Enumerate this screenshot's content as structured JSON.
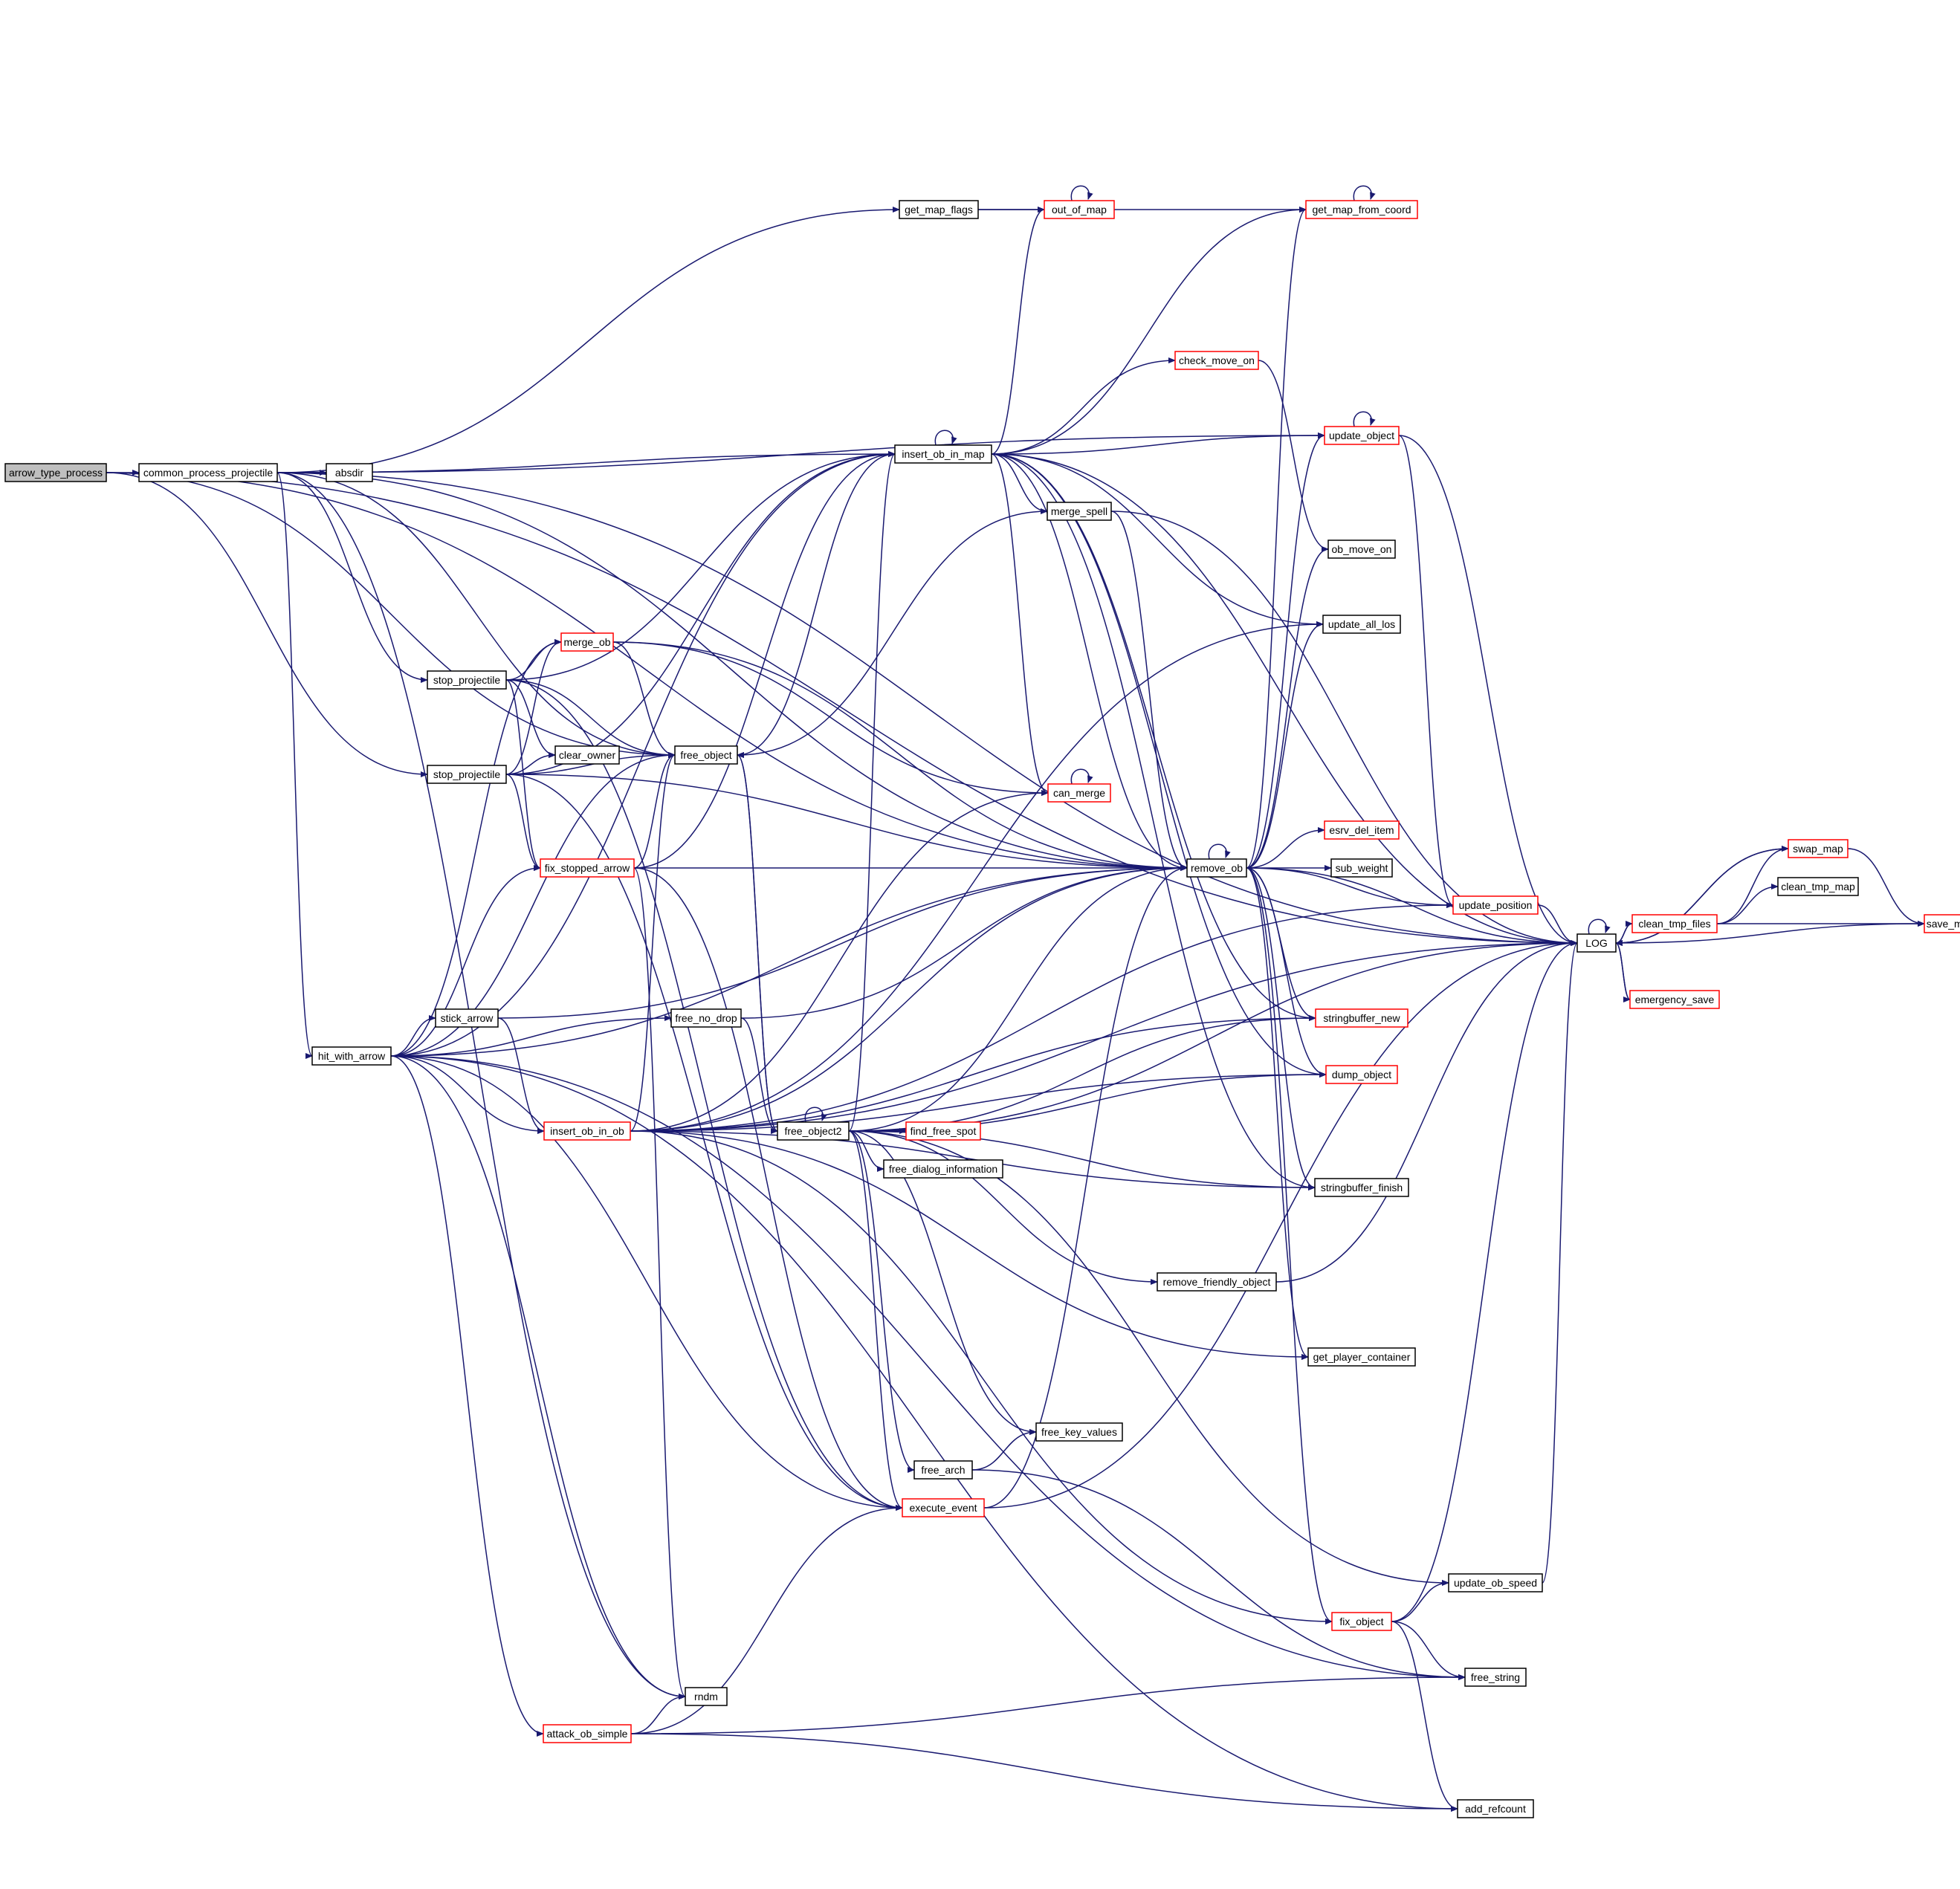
{
  "colors": {
    "edge": "#191970",
    "node_border_normal": "#000000",
    "node_border_truncated": "#ff0000",
    "node_fill_root": "#bfbfbf",
    "node_fill": "#ffffff"
  },
  "nodes": [
    {
      "id": "arrow_type_process",
      "label": "arrow_type_process",
      "kind": "root"
    },
    {
      "id": "common_process_projectile",
      "label": "common_process_projectile",
      "kind": "normal"
    },
    {
      "id": "absdir",
      "label": "absdir",
      "kind": "normal"
    },
    {
      "id": "get_map_flags",
      "label": "get_map_flags",
      "kind": "normal"
    },
    {
      "id": "out_of_map",
      "label": "out_of_map",
      "kind": "truncated"
    },
    {
      "id": "get_map_from_coord",
      "label": "get_map_from_coord",
      "kind": "truncated"
    },
    {
      "id": "check_move_on",
      "label": "check_move_on",
      "kind": "truncated"
    },
    {
      "id": "update_object",
      "label": "update_object",
      "kind": "truncated"
    },
    {
      "id": "insert_ob_in_map",
      "label": "insert_ob_in_map",
      "kind": "normal"
    },
    {
      "id": "merge_spell",
      "label": "merge_spell",
      "kind": "normal"
    },
    {
      "id": "ob_move_on",
      "label": "ob_move_on",
      "kind": "normal"
    },
    {
      "id": "update_all_los",
      "label": "update_all_los",
      "kind": "normal"
    },
    {
      "id": "merge_ob",
      "label": "merge_ob",
      "kind": "truncated"
    },
    {
      "id": "stop_projectile_1",
      "label": "stop_projectile",
      "kind": "normal"
    },
    {
      "id": "clear_owner",
      "label": "clear_owner",
      "kind": "normal"
    },
    {
      "id": "free_object",
      "label": "free_object",
      "kind": "normal"
    },
    {
      "id": "stop_projectile_2",
      "label": "stop_projectile",
      "kind": "normal"
    },
    {
      "id": "can_merge",
      "label": "can_merge",
      "kind": "truncated"
    },
    {
      "id": "esrv_del_item",
      "label": "esrv_del_item",
      "kind": "truncated"
    },
    {
      "id": "fix_stopped_arrow",
      "label": "fix_stopped_arrow",
      "kind": "truncated"
    },
    {
      "id": "remove_ob",
      "label": "remove_ob",
      "kind": "normal"
    },
    {
      "id": "sub_weight",
      "label": "sub_weight",
      "kind": "normal"
    },
    {
      "id": "swap_map",
      "label": "swap_map",
      "kind": "truncated"
    },
    {
      "id": "clean_tmp_map",
      "label": "clean_tmp_map",
      "kind": "normal"
    },
    {
      "id": "update_position",
      "label": "update_position",
      "kind": "truncated"
    },
    {
      "id": "clean_tmp_files",
      "label": "clean_tmp_files",
      "kind": "truncated"
    },
    {
      "id": "save_map",
      "label": "save_map",
      "kind": "truncated"
    },
    {
      "id": "LOG",
      "label": "LOG",
      "kind": "normal"
    },
    {
      "id": "emergency_save",
      "label": "emergency_save",
      "kind": "truncated"
    },
    {
      "id": "stick_arrow",
      "label": "stick_arrow",
      "kind": "normal"
    },
    {
      "id": "free_no_drop",
      "label": "free_no_drop",
      "kind": "normal"
    },
    {
      "id": "stringbuffer_new",
      "label": "stringbuffer_new",
      "kind": "truncated"
    },
    {
      "id": "hit_with_arrow",
      "label": "hit_with_arrow",
      "kind": "normal"
    },
    {
      "id": "dump_object",
      "label": "dump_object",
      "kind": "truncated"
    },
    {
      "id": "insert_ob_in_ob",
      "label": "insert_ob_in_ob",
      "kind": "truncated"
    },
    {
      "id": "free_object2",
      "label": "free_object2",
      "kind": "normal"
    },
    {
      "id": "find_free_spot",
      "label": "find_free_spot",
      "kind": "truncated"
    },
    {
      "id": "free_dialog_information",
      "label": "free_dialog_information",
      "kind": "normal"
    },
    {
      "id": "stringbuffer_finish",
      "label": "stringbuffer_finish",
      "kind": "normal"
    },
    {
      "id": "remove_friendly_object",
      "label": "remove_friendly_object",
      "kind": "normal"
    },
    {
      "id": "get_player_container",
      "label": "get_player_container",
      "kind": "normal"
    },
    {
      "id": "free_key_values",
      "label": "free_key_values",
      "kind": "normal"
    },
    {
      "id": "free_arch",
      "label": "free_arch",
      "kind": "normal"
    },
    {
      "id": "execute_event",
      "label": "execute_event",
      "kind": "truncated"
    },
    {
      "id": "update_ob_speed",
      "label": "update_ob_speed",
      "kind": "normal"
    },
    {
      "id": "fix_object",
      "label": "fix_object",
      "kind": "truncated"
    },
    {
      "id": "free_string",
      "label": "free_string",
      "kind": "normal"
    },
    {
      "id": "rndm",
      "label": "rndm",
      "kind": "normal"
    },
    {
      "id": "attack_ob_simple",
      "label": "attack_ob_simple",
      "kind": "truncated"
    },
    {
      "id": "add_refcount",
      "label": "add_refcount",
      "kind": "normal"
    }
  ],
  "edges": [
    [
      "arrow_type_process",
      "common_process_projectile"
    ],
    [
      "arrow_type_process",
      "LOG"
    ],
    [
      "arrow_type_process",
      "remove_ob"
    ],
    [
      "arrow_type_process",
      "stop_projectile_2"
    ],
    [
      "arrow_type_process",
      "free_object"
    ],
    [
      "common_process_projectile",
      "absdir"
    ],
    [
      "common_process_projectile",
      "get_map_flags"
    ],
    [
      "common_process_projectile",
      "insert_ob_in_map"
    ],
    [
      "common_process_projectile",
      "remove_ob"
    ],
    [
      "common_process_projectile",
      "stop_projectile_1"
    ],
    [
      "common_process_projectile",
      "free_object"
    ],
    [
      "common_process_projectile",
      "hit_with_arrow"
    ],
    [
      "common_process_projectile",
      "rndm"
    ],
    [
      "common_process_projectile",
      "LOG"
    ],
    [
      "common_process_projectile",
      "update_object"
    ],
    [
      "get_map_flags",
      "out_of_map"
    ],
    [
      "get_map_flags",
      "get_map_from_coord"
    ],
    [
      "out_of_map",
      "out_of_map"
    ],
    [
      "get_map_from_coord",
      "get_map_from_coord"
    ],
    [
      "update_object",
      "update_object"
    ],
    [
      "update_object",
      "update_position"
    ],
    [
      "update_object",
      "LOG"
    ],
    [
      "check_move_on",
      "ob_move_on"
    ],
    [
      "insert_ob_in_map",
      "insert_ob_in_map"
    ],
    [
      "insert_ob_in_map",
      "out_of_map"
    ],
    [
      "insert_ob_in_map",
      "get_map_from_coord"
    ],
    [
      "insert_ob_in_map",
      "LOG"
    ],
    [
      "insert_ob_in_map",
      "update_object"
    ],
    [
      "insert_ob_in_map",
      "check_move_on"
    ],
    [
      "insert_ob_in_map",
      "merge_spell"
    ],
    [
      "insert_ob_in_map",
      "update_all_los"
    ],
    [
      "insert_ob_in_map",
      "remove_ob"
    ],
    [
      "insert_ob_in_map",
      "can_merge"
    ],
    [
      "insert_ob_in_map",
      "free_object"
    ],
    [
      "insert_ob_in_map",
      "stringbuffer_new"
    ],
    [
      "insert_ob_in_map",
      "stringbuffer_finish"
    ],
    [
      "insert_ob_in_map",
      "dump_object"
    ],
    [
      "merge_spell",
      "free_object"
    ],
    [
      "merge_spell",
      "LOG"
    ],
    [
      "merge_spell",
      "remove_ob"
    ],
    [
      "merge_ob",
      "free_object"
    ],
    [
      "merge_ob",
      "can_merge"
    ],
    [
      "merge_ob",
      "remove_ob"
    ],
    [
      "stop_projectile_1",
      "insert_ob_in_map"
    ],
    [
      "stop_projectile_1",
      "merge_ob"
    ],
    [
      "stop_projectile_1",
      "clear_owner"
    ],
    [
      "stop_projectile_1",
      "free_object"
    ],
    [
      "stop_projectile_1",
      "fix_stopped_arrow"
    ],
    [
      "stop_projectile_1",
      "execute_event"
    ],
    [
      "stop_projectile_2",
      "insert_ob_in_map"
    ],
    [
      "stop_projectile_2",
      "merge_ob"
    ],
    [
      "stop_projectile_2",
      "clear_owner"
    ],
    [
      "stop_projectile_2",
      "free_object"
    ],
    [
      "stop_projectile_2",
      "fix_stopped_arrow"
    ],
    [
      "stop_projectile_2",
      "remove_ob"
    ],
    [
      "stop_projectile_2",
      "execute_event"
    ],
    [
      "free_object",
      "free_object2"
    ],
    [
      "can_merge",
      "can_merge"
    ],
    [
      "fix_stopped_arrow",
      "remove_ob"
    ],
    [
      "fix_stopped_arrow",
      "free_object"
    ],
    [
      "fix_stopped_arrow",
      "insert_ob_in_map"
    ],
    [
      "fix_stopped_arrow",
      "rndm"
    ],
    [
      "fix_stopped_arrow",
      "execute_event"
    ],
    [
      "remove_ob",
      "remove_ob"
    ],
    [
      "remove_ob",
      "get_map_from_coord"
    ],
    [
      "remove_ob",
      "update_object"
    ],
    [
      "remove_ob",
      "ob_move_on"
    ],
    [
      "remove_ob",
      "update_all_los"
    ],
    [
      "remove_ob",
      "esrv_del_item"
    ],
    [
      "remove_ob",
      "sub_weight"
    ],
    [
      "remove_ob",
      "update_position"
    ],
    [
      "remove_ob",
      "LOG"
    ],
    [
      "remove_ob",
      "stringbuffer_new"
    ],
    [
      "remove_ob",
      "dump_object"
    ],
    [
      "remove_ob",
      "stringbuffer_finish"
    ],
    [
      "remove_ob",
      "get_player_container"
    ],
    [
      "remove_ob",
      "fix_object"
    ],
    [
      "update_position",
      "LOG"
    ],
    [
      "LOG",
      "LOG"
    ],
    [
      "LOG",
      "clean_tmp_files"
    ],
    [
      "LOG",
      "emergency_save"
    ],
    [
      "LOG",
      "swap_map"
    ],
    [
      "clean_tmp_files",
      "swap_map"
    ],
    [
      "clean_tmp_files",
      "clean_tmp_map"
    ],
    [
      "clean_tmp_files",
      "save_map"
    ],
    [
      "clean_tmp_files",
      "LOG"
    ],
    [
      "swap_map",
      "save_map"
    ],
    [
      "swap_map",
      "LOG"
    ],
    [
      "save_map",
      "LOG"
    ],
    [
      "emergency_save",
      "LOG"
    ],
    [
      "stick_arrow",
      "remove_ob"
    ],
    [
      "stick_arrow",
      "insert_ob_in_ob"
    ],
    [
      "free_no_drop",
      "remove_ob"
    ],
    [
      "free_no_drop",
      "free_object2"
    ],
    [
      "hit_with_arrow",
      "insert_ob_in_map"
    ],
    [
      "hit_with_arrow",
      "merge_ob"
    ],
    [
      "hit_with_arrow",
      "free_object"
    ],
    [
      "hit_with_arrow",
      "fix_stopped_arrow"
    ],
    [
      "hit_with_arrow",
      "stick_arrow"
    ],
    [
      "hit_with_arrow",
      "free_no_drop"
    ],
    [
      "hit_with_arrow",
      "remove_ob"
    ],
    [
      "hit_with_arrow",
      "insert_ob_in_ob"
    ],
    [
      "hit_with_arrow",
      "execute_event"
    ],
    [
      "hit_with_arrow",
      "attack_ob_simple"
    ],
    [
      "hit_with_arrow",
      "rndm"
    ],
    [
      "hit_with_arrow",
      "free_string"
    ],
    [
      "hit_with_arrow",
      "add_refcount"
    ],
    [
      "insert_ob_in_ob",
      "free_object"
    ],
    [
      "insert_ob_in_ob",
      "update_all_los"
    ],
    [
      "insert_ob_in_ob",
      "can_merge"
    ],
    [
      "insert_ob_in_ob",
      "remove_ob"
    ],
    [
      "insert_ob_in_ob",
      "stringbuffer_new"
    ],
    [
      "insert_ob_in_ob",
      "update_position"
    ],
    [
      "insert_ob_in_ob",
      "dump_object"
    ],
    [
      "insert_ob_in_ob",
      "stringbuffer_finish"
    ],
    [
      "insert_ob_in_ob",
      "get_player_container"
    ],
    [
      "insert_ob_in_ob",
      "fix_object"
    ],
    [
      "insert_ob_in_ob",
      "LOG"
    ],
    [
      "free_object2",
      "free_object2"
    ],
    [
      "free_object2",
      "insert_ob_in_map"
    ],
    [
      "free_object2",
      "remove_ob"
    ],
    [
      "free_object2",
      "find_free_spot"
    ],
    [
      "free_object2",
      "free_dialog_information"
    ],
    [
      "free_object2",
      "stringbuffer_new"
    ],
    [
      "free_object2",
      "dump_object"
    ],
    [
      "free_object2",
      "stringbuffer_finish"
    ],
    [
      "free_object2",
      "remove_friendly_object"
    ],
    [
      "free_object2",
      "LOG"
    ],
    [
      "free_object2",
      "free_key_values"
    ],
    [
      "free_object2",
      "free_arch"
    ],
    [
      "free_object2",
      "execute_event"
    ],
    [
      "free_object2",
      "update_ob_speed"
    ],
    [
      "free_object2",
      "free_object"
    ],
    [
      "remove_friendly_object",
      "LOG"
    ],
    [
      "free_arch",
      "free_key_values"
    ],
    [
      "free_arch",
      "free_string"
    ],
    [
      "execute_event",
      "remove_ob"
    ],
    [
      "execute_event",
      "LOG"
    ],
    [
      "update_ob_speed",
      "LOG"
    ],
    [
      "fix_object",
      "update_ob_speed"
    ],
    [
      "fix_object",
      "free_string"
    ],
    [
      "fix_object",
      "add_refcount"
    ],
    [
      "fix_object",
      "LOG"
    ],
    [
      "attack_ob_simple",
      "rndm"
    ],
    [
      "attack_ob_simple",
      "execute_event"
    ],
    [
      "attack_ob_simple",
      "free_string"
    ],
    [
      "attack_ob_simple",
      "add_refcount"
    ]
  ]
}
